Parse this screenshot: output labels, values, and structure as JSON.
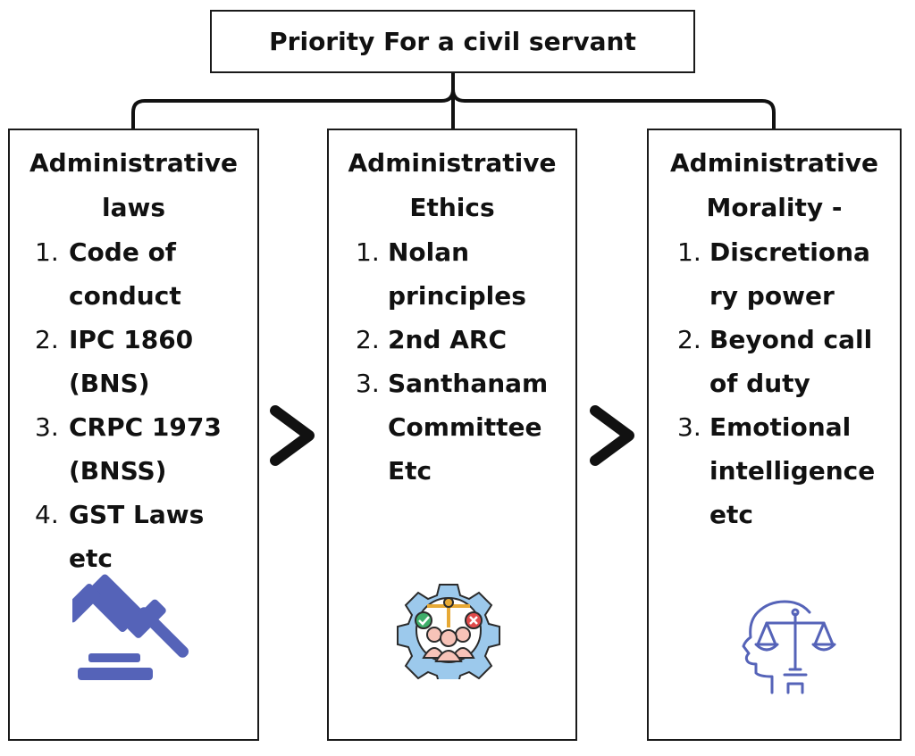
{
  "title": "Priority For a civil servant",
  "columns": [
    {
      "heading_lines": [
        "Administrative",
        "laws"
      ],
      "items": [
        {
          "num": "1.",
          "lines": [
            "Code of",
            "conduct"
          ]
        },
        {
          "num": "2.",
          "lines": [
            "IPC 1860",
            "(BNS)"
          ]
        },
        {
          "num": "3.",
          "lines": [
            "CRPC 1973",
            "(BNSS)"
          ]
        },
        {
          "num": "4.",
          "lines": [
            "GST Laws",
            "etc"
          ]
        }
      ],
      "icon": "gavel-icon"
    },
    {
      "heading_lines": [
        "Administrative",
        "Ethics"
      ],
      "items": [
        {
          "num": "1.",
          "lines": [
            "Nolan",
            "principles"
          ]
        },
        {
          "num": "2.",
          "lines": [
            "2nd ARC"
          ]
        },
        {
          "num": "3.",
          "lines": [
            "Santhanam",
            "Committee",
            "Etc"
          ]
        }
      ],
      "icon": "ethics-gear-scale-icon"
    },
    {
      "heading_lines": [
        "Administrative",
        "Morality -"
      ],
      "items": [
        {
          "num": "1.",
          "lines": [
            "Discretiona",
            "ry power"
          ]
        },
        {
          "num": "2.",
          "lines": [
            "Beyond call",
            "of duty"
          ]
        },
        {
          "num": "3.",
          "lines": [
            "Emotional",
            "intelligence",
            "etc"
          ]
        }
      ],
      "icon": "head-scale-icon"
    }
  ],
  "separator_symbol": ">",
  "colors": {
    "border": "#1a1a1a",
    "icon_blue": "#5563b8",
    "gear_light_blue": "#9cc9ec",
    "gear_stroke": "#2b2b2b",
    "people_peach": "#f7c3b8",
    "check_green": "#3fae6a",
    "cross_red": "#e04b4b",
    "scale_gold": "#e7a935"
  }
}
